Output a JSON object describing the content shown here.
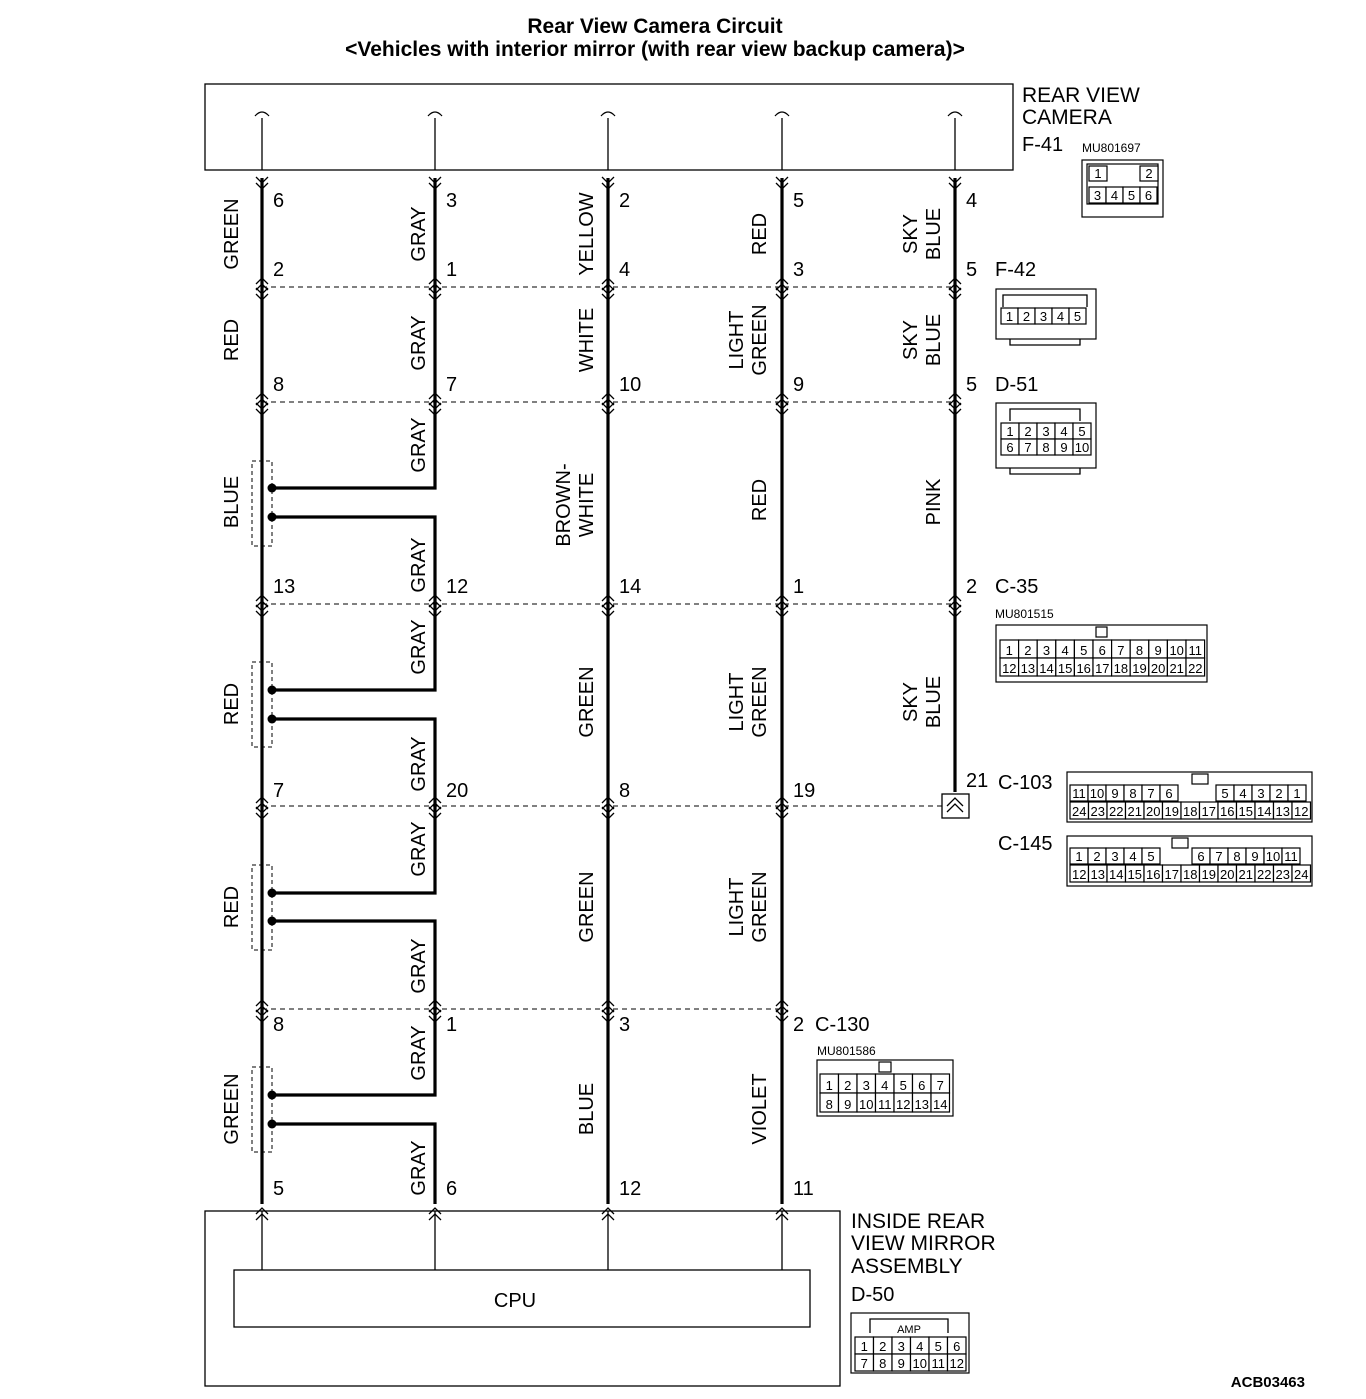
{
  "title": "Rear View Camera Circuit",
  "subtitle": "<Vehicles with interior mirror (with rear view backup camera)>",
  "components": {
    "camera": {
      "line1": "REAR VIEW",
      "line2": "CAMERA",
      "code": "F-41",
      "part": "MU801697"
    },
    "mirror": {
      "line1": "INSIDE REAR",
      "line2": "VIEW MIRROR",
      "line3": "ASSEMBLY",
      "code": "D-50"
    },
    "cpu": "CPU"
  },
  "connectors": {
    "f42": "F-42",
    "d51": "D-51",
    "c35": {
      "code": "C-35",
      "part": "MU801515"
    },
    "c103": "C-103",
    "c145": "C-145",
    "c130": {
      "code": "C-130",
      "part": "MU801586"
    },
    "amp": "AMP"
  },
  "figure_id": "ACB03463",
  "wire_colors": {
    "c1": [
      "GREEN",
      "RED",
      "BLUE",
      "RED",
      "RED",
      "GREEN"
    ],
    "c2": [
      "GRAY",
      "GRAY",
      "GRAY",
      "GRAY",
      "GRAY",
      "GRAY",
      "GRAY",
      "GRAY",
      "GRAY",
      "GRAY"
    ],
    "c3": [
      "YELLOW",
      "WHITE",
      "BROWN-",
      "WHITE",
      "GREEN",
      "GREEN",
      "BLUE"
    ],
    "c4": [
      "RED",
      "LIGHT",
      "GREEN",
      "RED",
      "LIGHT",
      "GREEN",
      "LIGHT",
      "GREEN",
      "VIOLET"
    ],
    "c5": [
      "SKY",
      "BLUE",
      "SKY",
      "BLUE",
      "PINK",
      "SKY",
      "BLUE"
    ]
  },
  "pin_numbers": {
    "c1": [
      "6",
      "2",
      "8",
      "13",
      "7",
      "8",
      "5"
    ],
    "c2": [
      "3",
      "1",
      "7",
      "12",
      "20",
      "1",
      "6"
    ],
    "c3": [
      "2",
      "4",
      "10",
      "14",
      "8",
      "3",
      "12"
    ],
    "c4": [
      "5",
      "3",
      "9",
      "1",
      "19",
      "2",
      "11"
    ],
    "c5": [
      "4",
      "5",
      "5",
      "2",
      "21"
    ]
  },
  "connector_pins": {
    "f41": [
      "1",
      "2",
      "3",
      "4",
      "5",
      "6"
    ],
    "f42": [
      "1",
      "2",
      "3",
      "4",
      "5"
    ],
    "d51": [
      "1",
      "2",
      "3",
      "4",
      "5",
      "6",
      "7",
      "8",
      "9",
      "10"
    ],
    "c35": [
      "1",
      "2",
      "3",
      "4",
      "5",
      "6",
      "7",
      "8",
      "9",
      "10",
      "11",
      "12",
      "13",
      "14",
      "15",
      "16",
      "17",
      "18",
      "19",
      "20",
      "21",
      "22"
    ],
    "c103": [
      "11",
      "10",
      "9",
      "8",
      "7",
      "6",
      "5",
      "4",
      "3",
      "2",
      "1",
      "24",
      "23",
      "22",
      "21",
      "20",
      "19",
      "18",
      "17",
      "16",
      "15",
      "14",
      "13",
      "12"
    ],
    "c145": [
      "1",
      "2",
      "3",
      "4",
      "5",
      "6",
      "7",
      "8",
      "9",
      "10",
      "11",
      "12",
      "13",
      "14",
      "15",
      "16",
      "17",
      "18",
      "19",
      "20",
      "21",
      "22",
      "23",
      "24"
    ],
    "c130": [
      "1",
      "2",
      "3",
      "4",
      "5",
      "6",
      "7",
      "8",
      "9",
      "10",
      "11",
      "12",
      "13",
      "14"
    ],
    "d50": [
      "1",
      "2",
      "3",
      "4",
      "5",
      "6",
      "7",
      "8",
      "9",
      "10",
      "11",
      "12"
    ]
  },
  "colors": {
    "line": "#000000",
    "background": "#ffffff"
  }
}
